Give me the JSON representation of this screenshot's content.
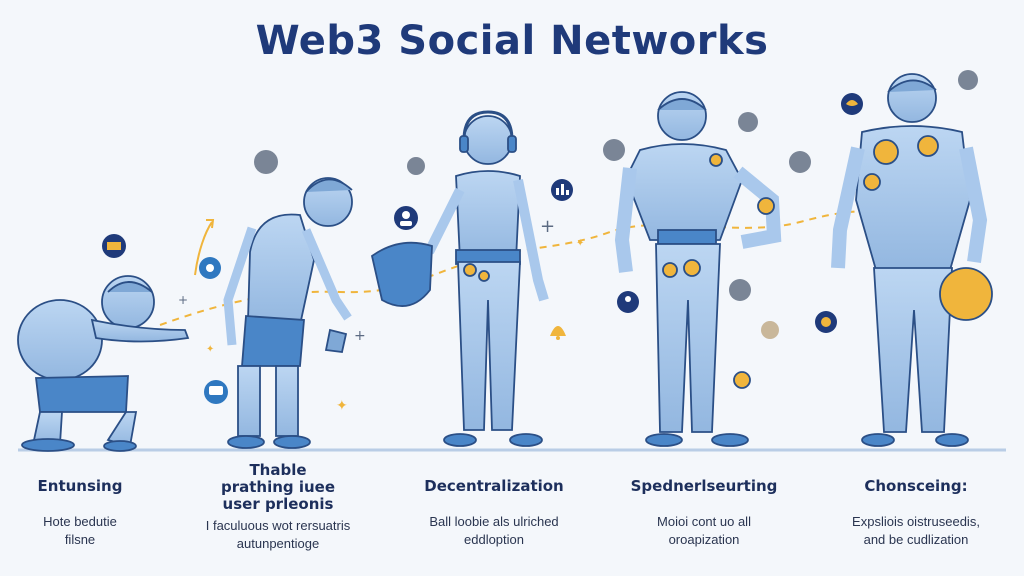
{
  "title": "Web3 Social Networks",
  "stages": [
    {
      "heading": "Entunsing",
      "desc": "Hote bedutie\nfilsne"
    },
    {
      "heading": "Thable\nprathing iuee\nuser prleonis",
      "desc": "I faculuous wot rersuatris\nautunpentioge"
    },
    {
      "heading": "Decentralization",
      "desc": "Ball loobie als ulriched\neddloption"
    },
    {
      "heading": "Spednerlseurting",
      "desc": "Moioi cont uo all\noroapization"
    },
    {
      "heading": "Chonsceing:",
      "desc": "Expsliois oistruseedis,\nand be cudlization"
    }
  ],
  "colors": {
    "title": "#1f3a7a",
    "figure_fill": "#a9c8ec",
    "figure_stroke": "#2b4f86",
    "shorts": "#4a86c8",
    "accent_gold": "#f0b53c",
    "dash_path": "#f0b53c",
    "icon_badge": "#1f3a7a"
  },
  "icons": [
    "ticket-icon",
    "chat-icon",
    "user-icon",
    "bar-chart-icon",
    "bird-icon",
    "coin-icon",
    "bell-icon",
    "shield-icon"
  ]
}
